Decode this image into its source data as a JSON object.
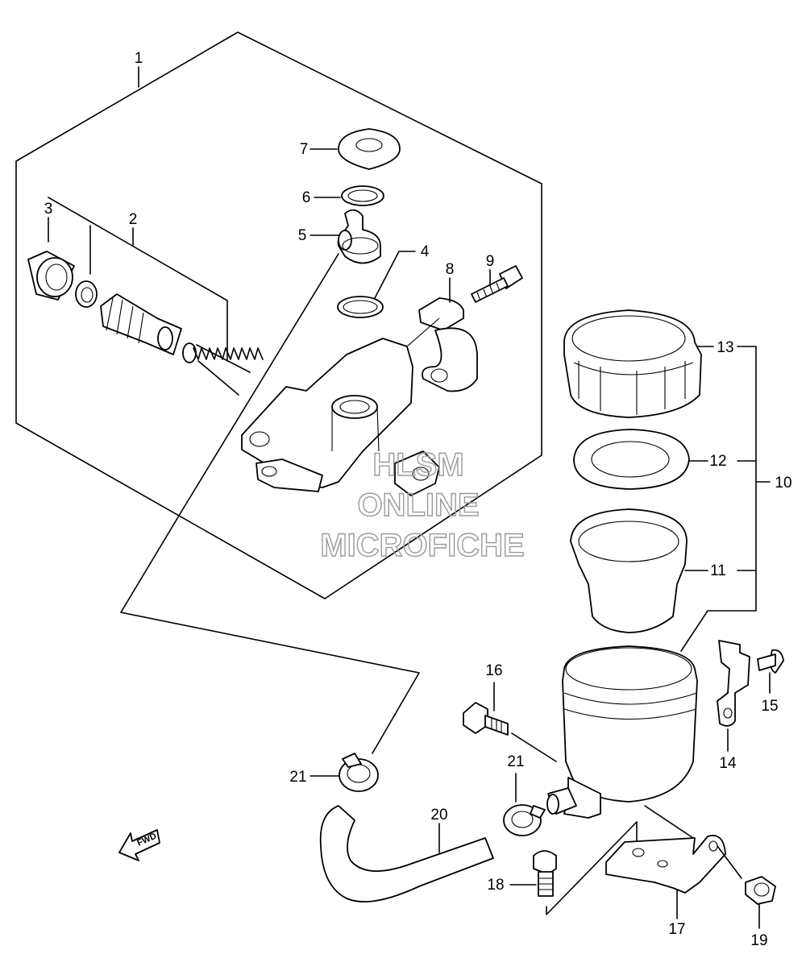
{
  "labels": {
    "p1": "1",
    "p2": "2",
    "p3": "3",
    "p4": "4",
    "p5": "5",
    "p6": "6",
    "p7": "7",
    "p8": "8",
    "p9": "9",
    "p10": "10",
    "p11": "11",
    "p12": "12",
    "p13": "13",
    "p14": "14",
    "p15": "15",
    "p16": "16",
    "p17": "17",
    "p18": "18",
    "p19": "19",
    "p20": "20",
    "p21a": "21",
    "p21b": "21"
  },
  "watermark": {
    "line1": "HLSM",
    "line2": "ONLINE",
    "line3": "MICROFICHE"
  },
  "fwd_arrow": {
    "label": "FWD"
  },
  "colors": {
    "lines": "#000000",
    "watermark": "#9a9a9a",
    "background": "#ffffff"
  }
}
